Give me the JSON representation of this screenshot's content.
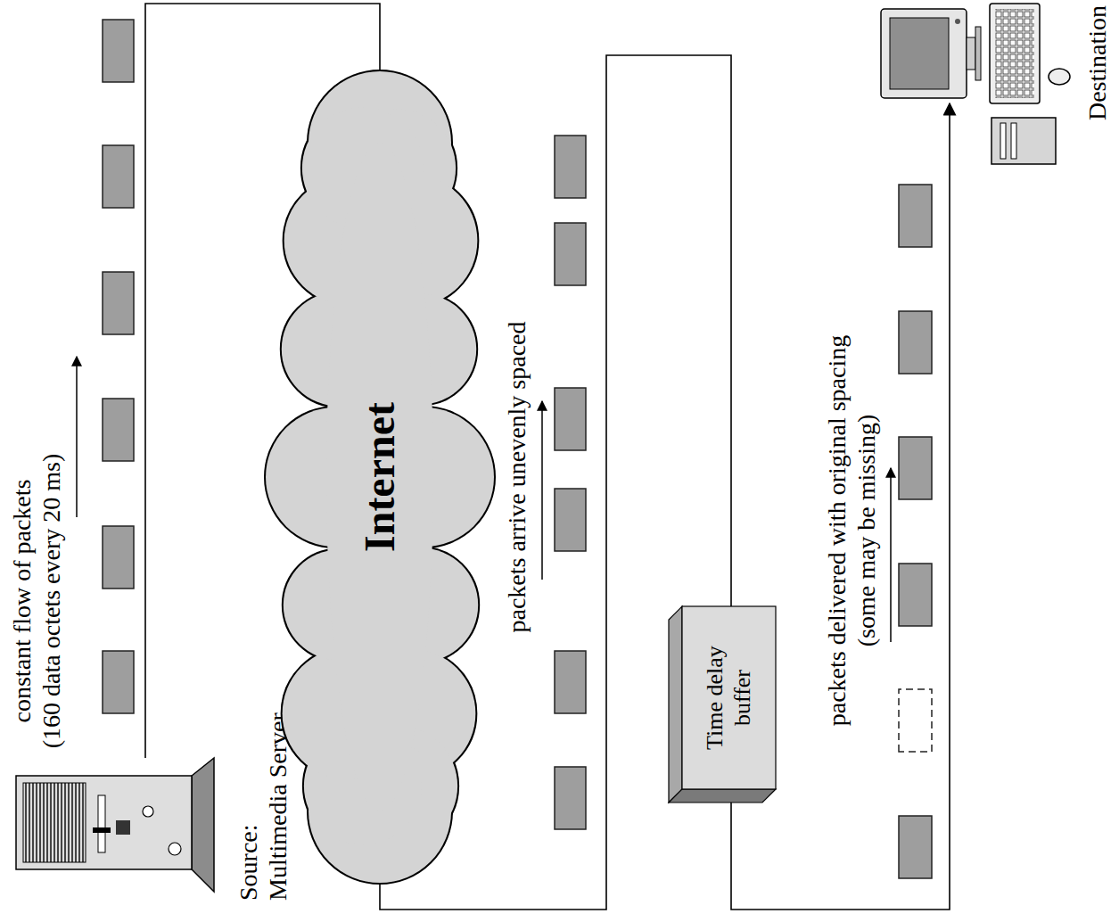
{
  "diagram": {
    "nodes": [
      {
        "text": [
          "Source: Multimedia Server"
        ]
      },
      {
        "text": [
          "Internet"
        ]
      },
      {
        "text": [
          "Time delay buffer"
        ]
      },
      {
        "text": [
          "Destination"
        ]
      }
    ],
    "edges": [
      {
        "from": 0,
        "to": 1,
        "arrow": "none"
      },
      {
        "from": 1,
        "to": 2,
        "arrow": "none"
      },
      {
        "from": 2,
        "to": 3,
        "arrow": "to"
      }
    ],
    "labels": [
      "constant flow of packets (160 data octets every 20 ms)",
      "packets arrive unevenly spaced",
      "packets delivered with original spacing (some may be missing)"
    ]
  }
}
